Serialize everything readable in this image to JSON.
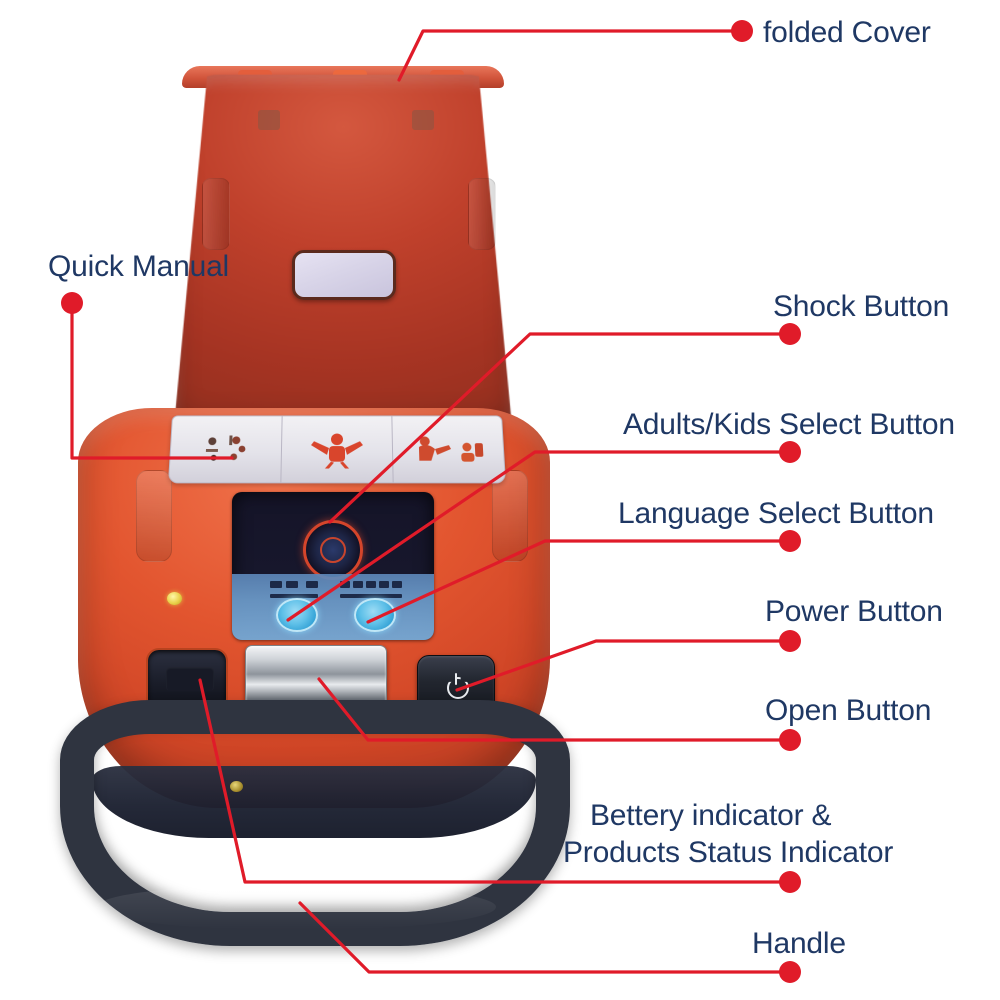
{
  "diagram": {
    "subject": "AED automated external defibrillator",
    "text_color": "#1f3864",
    "leader_color": "#e01b29",
    "background": "#ffffff",
    "callouts": [
      {
        "id": "folded-cover",
        "label": "folded Cover"
      },
      {
        "id": "quick-manual",
        "label": "Quick Manual"
      },
      {
        "id": "shock-button",
        "label": "Shock Button"
      },
      {
        "id": "adults-kids",
        "label": "Adults/Kids Select Button"
      },
      {
        "id": "language",
        "label": "Language Select Button"
      },
      {
        "id": "power-button",
        "label": "Power Button"
      },
      {
        "id": "open-button",
        "label": "Open Button"
      },
      {
        "id": "battery-line1",
        "label": "Bettery indicator &"
      },
      {
        "id": "battery-line2",
        "label": "Products Status Indicator"
      },
      {
        "id": "handle",
        "label": "Handle"
      }
    ]
  }
}
